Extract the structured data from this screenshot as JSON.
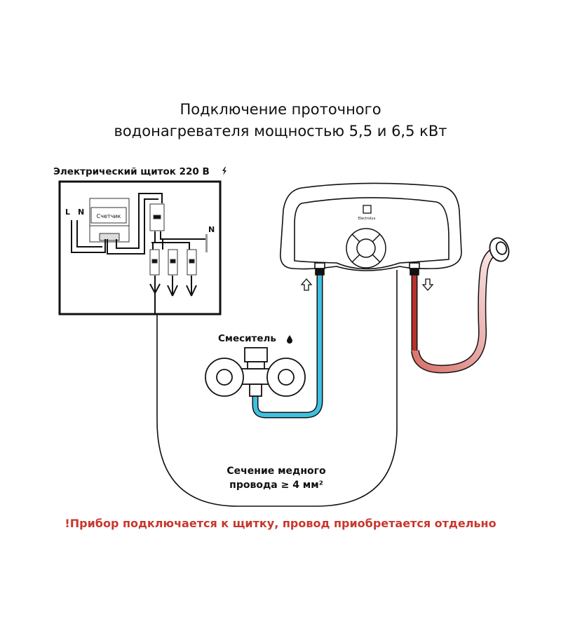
{
  "title": {
    "line1": "Подключение проточного",
    "line2": "водонагревателя мощностью 5,5 и 6,5 кВт"
  },
  "panel": {
    "label": "Электрический щиток 220 В",
    "icon": "lightning-icon",
    "L": "L",
    "N": "N",
    "meter": "Счетчик",
    "neutral_bus": "N"
  },
  "heater": {
    "brand": "Electrolux"
  },
  "mixer": {
    "label": "Смеситель",
    "icon": "water-drop-icon"
  },
  "cable": {
    "line1": "Сечение медного",
    "line2": "провода ≥ 4 мм²"
  },
  "warning": {
    "text": "!Прибор подключается к щитку, провод приобретается отдельно",
    "color": "#c8372d"
  },
  "colors": {
    "cold": "#3fc0e0",
    "hot": "#b8322a"
  }
}
